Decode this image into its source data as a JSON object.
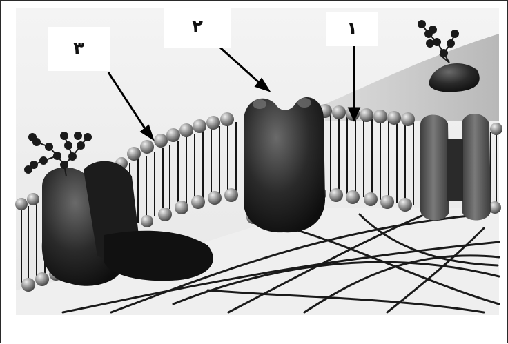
{
  "figure": {
    "labels": [
      {
        "id": "1",
        "text": "١",
        "points_to": "phospholipid-bilayer-icon"
      },
      {
        "id": "2",
        "text": "٢",
        "points_to": "channel-protein-icon"
      },
      {
        "id": "3",
        "text": "٣",
        "points_to": "phospholipid-head-icon"
      }
    ]
  }
}
